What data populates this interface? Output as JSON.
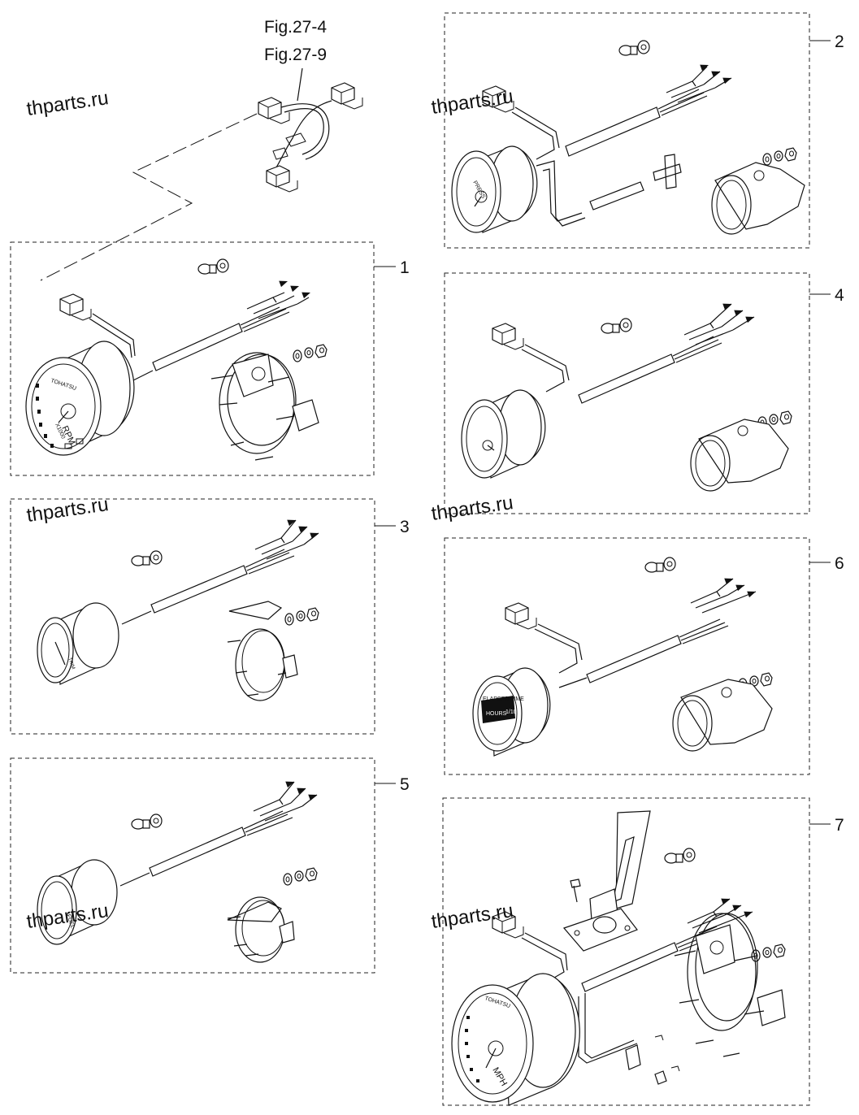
{
  "references": [
    "Fig.27-4",
    "Fig.27-9"
  ],
  "callouts": [
    "1",
    "2",
    "3",
    "4",
    "5",
    "6",
    "7"
  ],
  "watermark": "thparts.ru",
  "gauge_labels": {
    "tach_brand": "TOHATSU",
    "tach_unit": "RPM",
    "tach_scale": "X1000",
    "pressure": "PRESS",
    "trim": "TRIM",
    "fuel": "FUEL",
    "elapsed": "ELAPSED TIME",
    "hours": "HOURS",
    "tenths": "1/10",
    "speed_brand": "TOHATSU",
    "speed_unit": "MPH"
  }
}
